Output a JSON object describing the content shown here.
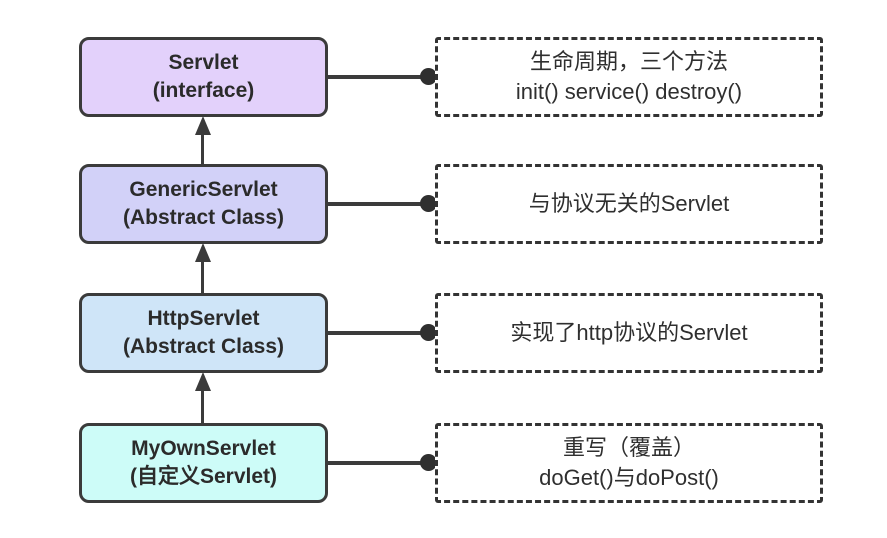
{
  "diagram": {
    "description": "Servlet class inheritance hierarchy",
    "colors": {
      "node_border": "#3b3b3b",
      "note_border": "#333333",
      "text": "#2b2b2b",
      "connector": "#3b3b3b",
      "servlet_fill": "#e3d1fb",
      "generic_servlet_fill": "#d2d1f8",
      "http_servlet_fill": "#cfe5f8",
      "my_own_servlet_fill": "#cdfcf8"
    },
    "nodes": [
      {
        "line1": "Servlet",
        "line2": "(interface)",
        "fill": "#e3d1fb"
      },
      {
        "line1": "GenericServlet",
        "line2": "(Abstract Class)",
        "fill": "#d2d1f8"
      },
      {
        "line1": "HttpServlet",
        "line2": "(Abstract Class)",
        "fill": "#cfe5f8"
      },
      {
        "line1": "MyOwnServlet",
        "line2": "(自定义Servlet)",
        "fill": "#cdfcf8"
      }
    ],
    "annotations": [
      {
        "line1": "生命周期，三个方法",
        "line2": "init() service() destroy()"
      },
      {
        "line1": "与协议无关的Servlet"
      },
      {
        "line1": "实现了http协议的Servlet"
      },
      {
        "line1": "重写（覆盖）",
        "line2": "doGet()与doPost()"
      }
    ]
  }
}
